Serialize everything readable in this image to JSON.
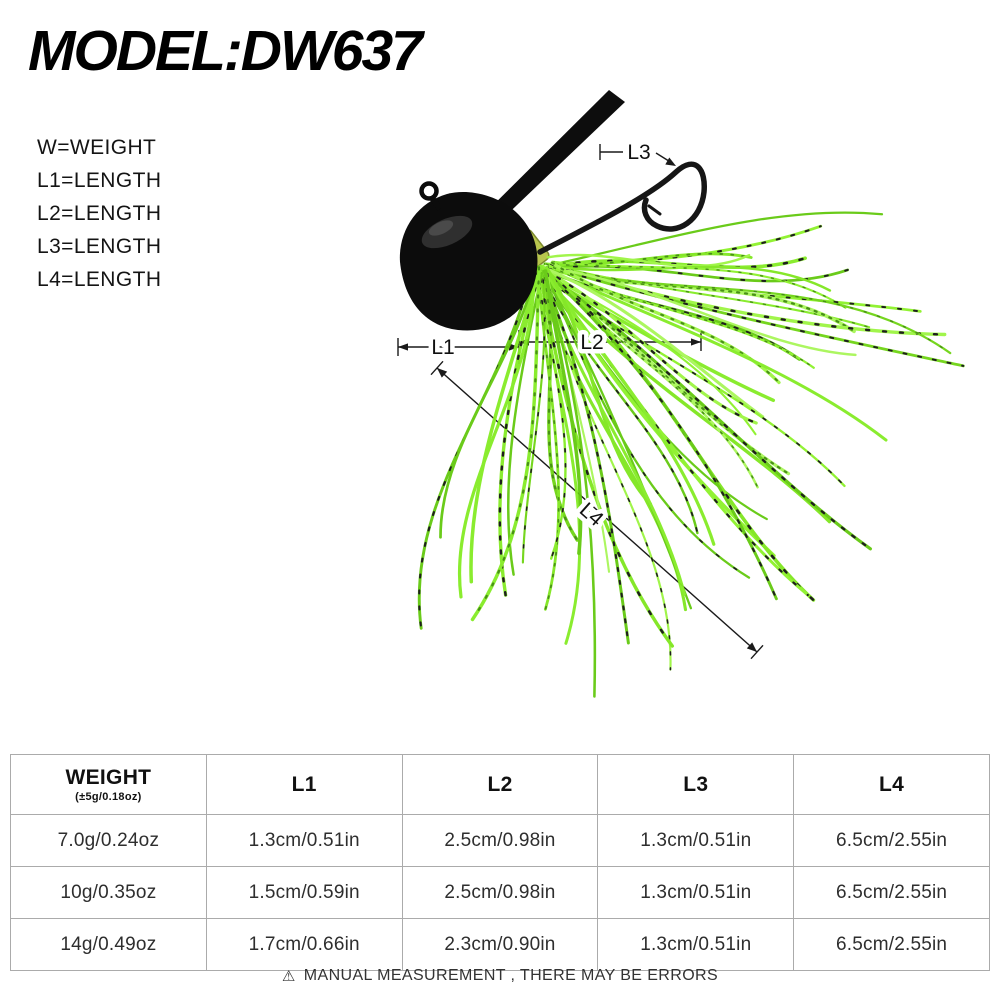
{
  "title": "MODEL:DW637",
  "legend": {
    "items": [
      "W=WEIGHT",
      "L1=LENGTH",
      "L2=LENGTH",
      "L3=LENGTH",
      "L4=LENGTH"
    ]
  },
  "diagram": {
    "labels": {
      "l1": "L1",
      "l2": "L2",
      "l3": "L3",
      "l4": "L4"
    },
    "colors": {
      "skirt_palette": [
        "#7fe61e",
        "#8df22a",
        "#9cf542",
        "#6fd414",
        "#a8f658",
        "#84ec24",
        "#63c90e"
      ],
      "speckle_black": "#121212",
      "speckle_dark_green": "#3f8b0b",
      "head": "#0d0d0d",
      "collar": "#b9c64e"
    }
  },
  "table": {
    "headers": {
      "weight": "WEIGHT",
      "weight_sub": "(±5g/0.18oz)",
      "l1": "L1",
      "l2": "L2",
      "l3": "L3",
      "l4": "L4"
    },
    "rows": [
      {
        "weight": "7.0g/0.24oz",
        "l1": "1.3cm/0.51in",
        "l2": "2.5cm/0.98in",
        "l3": "1.3cm/0.51in",
        "l4": "6.5cm/2.55in"
      },
      {
        "weight": "10g/0.35oz",
        "l1": "1.5cm/0.59in",
        "l2": "2.5cm/0.98in",
        "l3": "1.3cm/0.51in",
        "l4": "6.5cm/2.55in"
      },
      {
        "weight": "14g/0.49oz",
        "l1": "1.7cm/0.66in",
        "l2": "2.3cm/0.90in",
        "l3": "1.3cm/0.51in",
        "l4": "6.5cm/2.55in"
      }
    ]
  },
  "footer": {
    "icon": "⚠",
    "text": "MANUAL MEASUREMENT , THERE MAY BE ERRORS"
  }
}
